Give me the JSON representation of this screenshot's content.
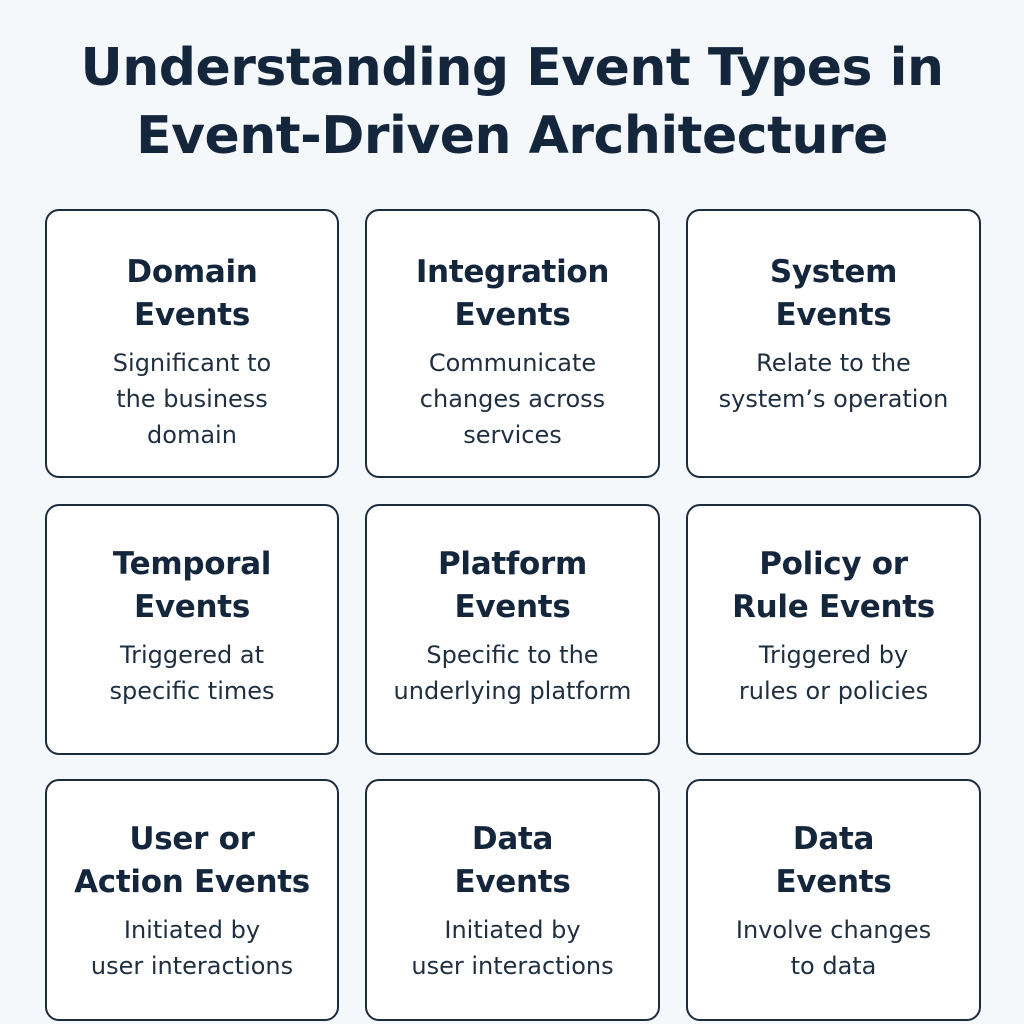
{
  "title": {
    "line1": "Understanding Event Types in",
    "line2": "Event-Driven Architecture"
  },
  "cards": [
    {
      "title": [
        "Domain",
        "Events"
      ],
      "desc": [
        "Significant to",
        "the business",
        "domain"
      ]
    },
    {
      "title": [
        "Integration",
        "Events"
      ],
      "desc": [
        "Communicate",
        "changes across",
        "services"
      ]
    },
    {
      "title": [
        "System",
        "Events"
      ],
      "desc": [
        "Relate to the",
        "system’s operation"
      ]
    },
    {
      "title": [
        "Temporal",
        "Events"
      ],
      "desc": [
        "Triggered at",
        "specific times"
      ]
    },
    {
      "title": [
        "Platform",
        "Events"
      ],
      "desc": [
        "Specific to the",
        "underlying platform"
      ]
    },
    {
      "title": [
        "Policy or",
        "Rule Events"
      ],
      "desc": [
        "Triggered by",
        "rules or policies"
      ]
    },
    {
      "title": [
        "User or",
        "Action Events"
      ],
      "desc": [
        "Initiated by",
        "user interactions"
      ]
    },
    {
      "title": [
        "Data",
        "Events"
      ],
      "desc": [
        "Initiated by",
        "user interactions"
      ]
    },
    {
      "title": [
        "Data",
        "Events"
      ],
      "desc": [
        "Involve changes",
        "to data"
      ]
    }
  ]
}
